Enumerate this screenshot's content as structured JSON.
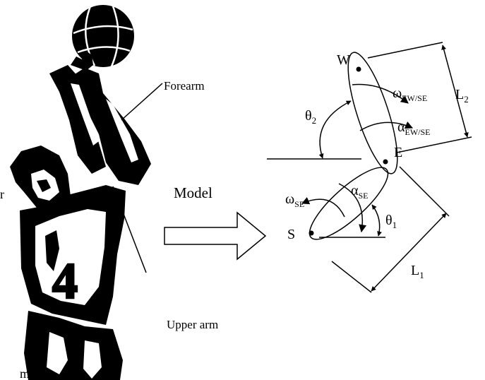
{
  "figure": {
    "left_labels": {
      "forearm": "Forearm",
      "upper_arm": "Upper arm",
      "model": "Model"
    },
    "edge_fragments": {
      "left_r": "r",
      "bottom_m": "m"
    },
    "player_jersey_number": "4",
    "diagram": {
      "points": {
        "wrist": "W",
        "elbow": "E",
        "shoulder": "S"
      },
      "lengths": {
        "forearm": {
          "base": "L",
          "sub": "2"
        },
        "upper_arm": {
          "base": "L",
          "sub": "1"
        }
      },
      "angles": {
        "theta1": {
          "base": "θ",
          "sub": "1"
        },
        "theta2": {
          "base": "θ",
          "sub": "2"
        }
      },
      "angular_velocity": {
        "forearm": {
          "base": "ω",
          "sub": "EW/SE"
        },
        "upper_arm": {
          "base": "ω",
          "sub": "SE"
        }
      },
      "angular_acceleration": {
        "forearm": {
          "base": "α",
          "sub": "EW/SE"
        },
        "upper_arm": {
          "base": "α",
          "sub": "SE"
        }
      }
    }
  }
}
